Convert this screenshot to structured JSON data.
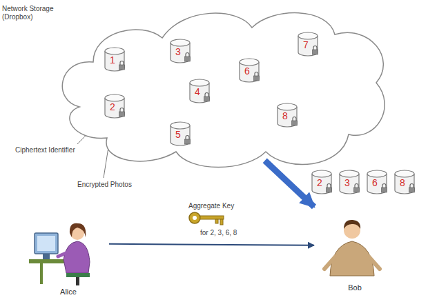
{
  "diagram": {
    "nodes": [
      {
        "text": [
          "Network Storage (Dropbox)"
        ]
      },
      {
        "text": [
          "1"
        ],
        "in": 0
      },
      {
        "text": [
          "2"
        ],
        "in": 0
      },
      {
        "text": [
          "3"
        ],
        "in": 0
      },
      {
        "text": [
          "4"
        ],
        "in": 0
      },
      {
        "text": [
          "5"
        ],
        "in": 0
      },
      {
        "text": [
          "6"
        ],
        "in": 0
      },
      {
        "text": [
          "7"
        ],
        "in": 0
      },
      {
        "text": [
          "8"
        ],
        "in": 0
      },
      {
        "text": [
          "2"
        ]
      },
      {
        "text": [
          "3"
        ]
      },
      {
        "text": [
          "6"
        ]
      },
      {
        "text": [
          "8"
        ]
      },
      {
        "text": [
          "Alice"
        ]
      },
      {
        "text": [
          "Bob"
        ]
      }
    ],
    "edges": [
      {
        "from": 0,
        "to": 14,
        "arrow": "to"
      },
      {
        "from": 13,
        "to": 14,
        "label": "Aggregate Key",
        "arrow": "to"
      }
    ],
    "labels": [
      "Ciphertext Identifier",
      "Encrypted Photos",
      "for 2, 3, 6, 8"
    ]
  }
}
